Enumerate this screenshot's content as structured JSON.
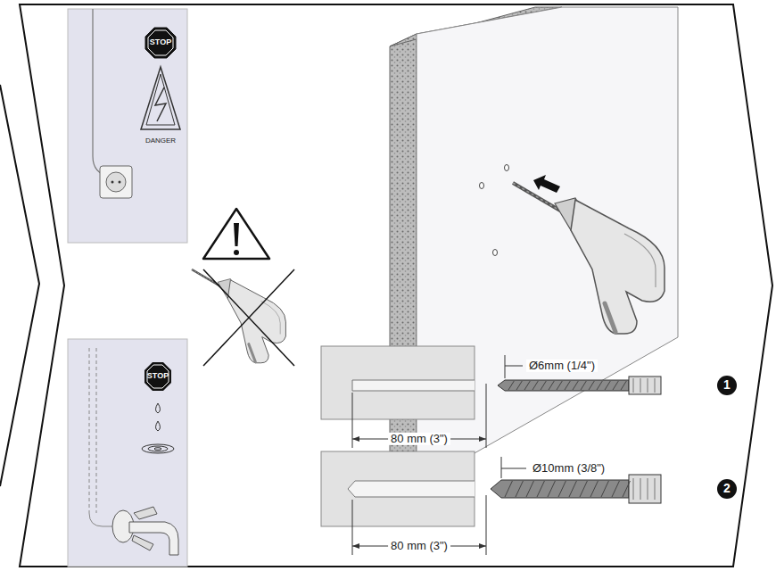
{
  "diagram": {
    "labels": [
      "STOP",
      "DANGER",
      "STOP",
      "Ø6mm (1/4\")",
      "80 mm (3\")",
      "1",
      "Ø10mm (3/8\")",
      "80 mm (3\")",
      "2"
    ]
  }
}
